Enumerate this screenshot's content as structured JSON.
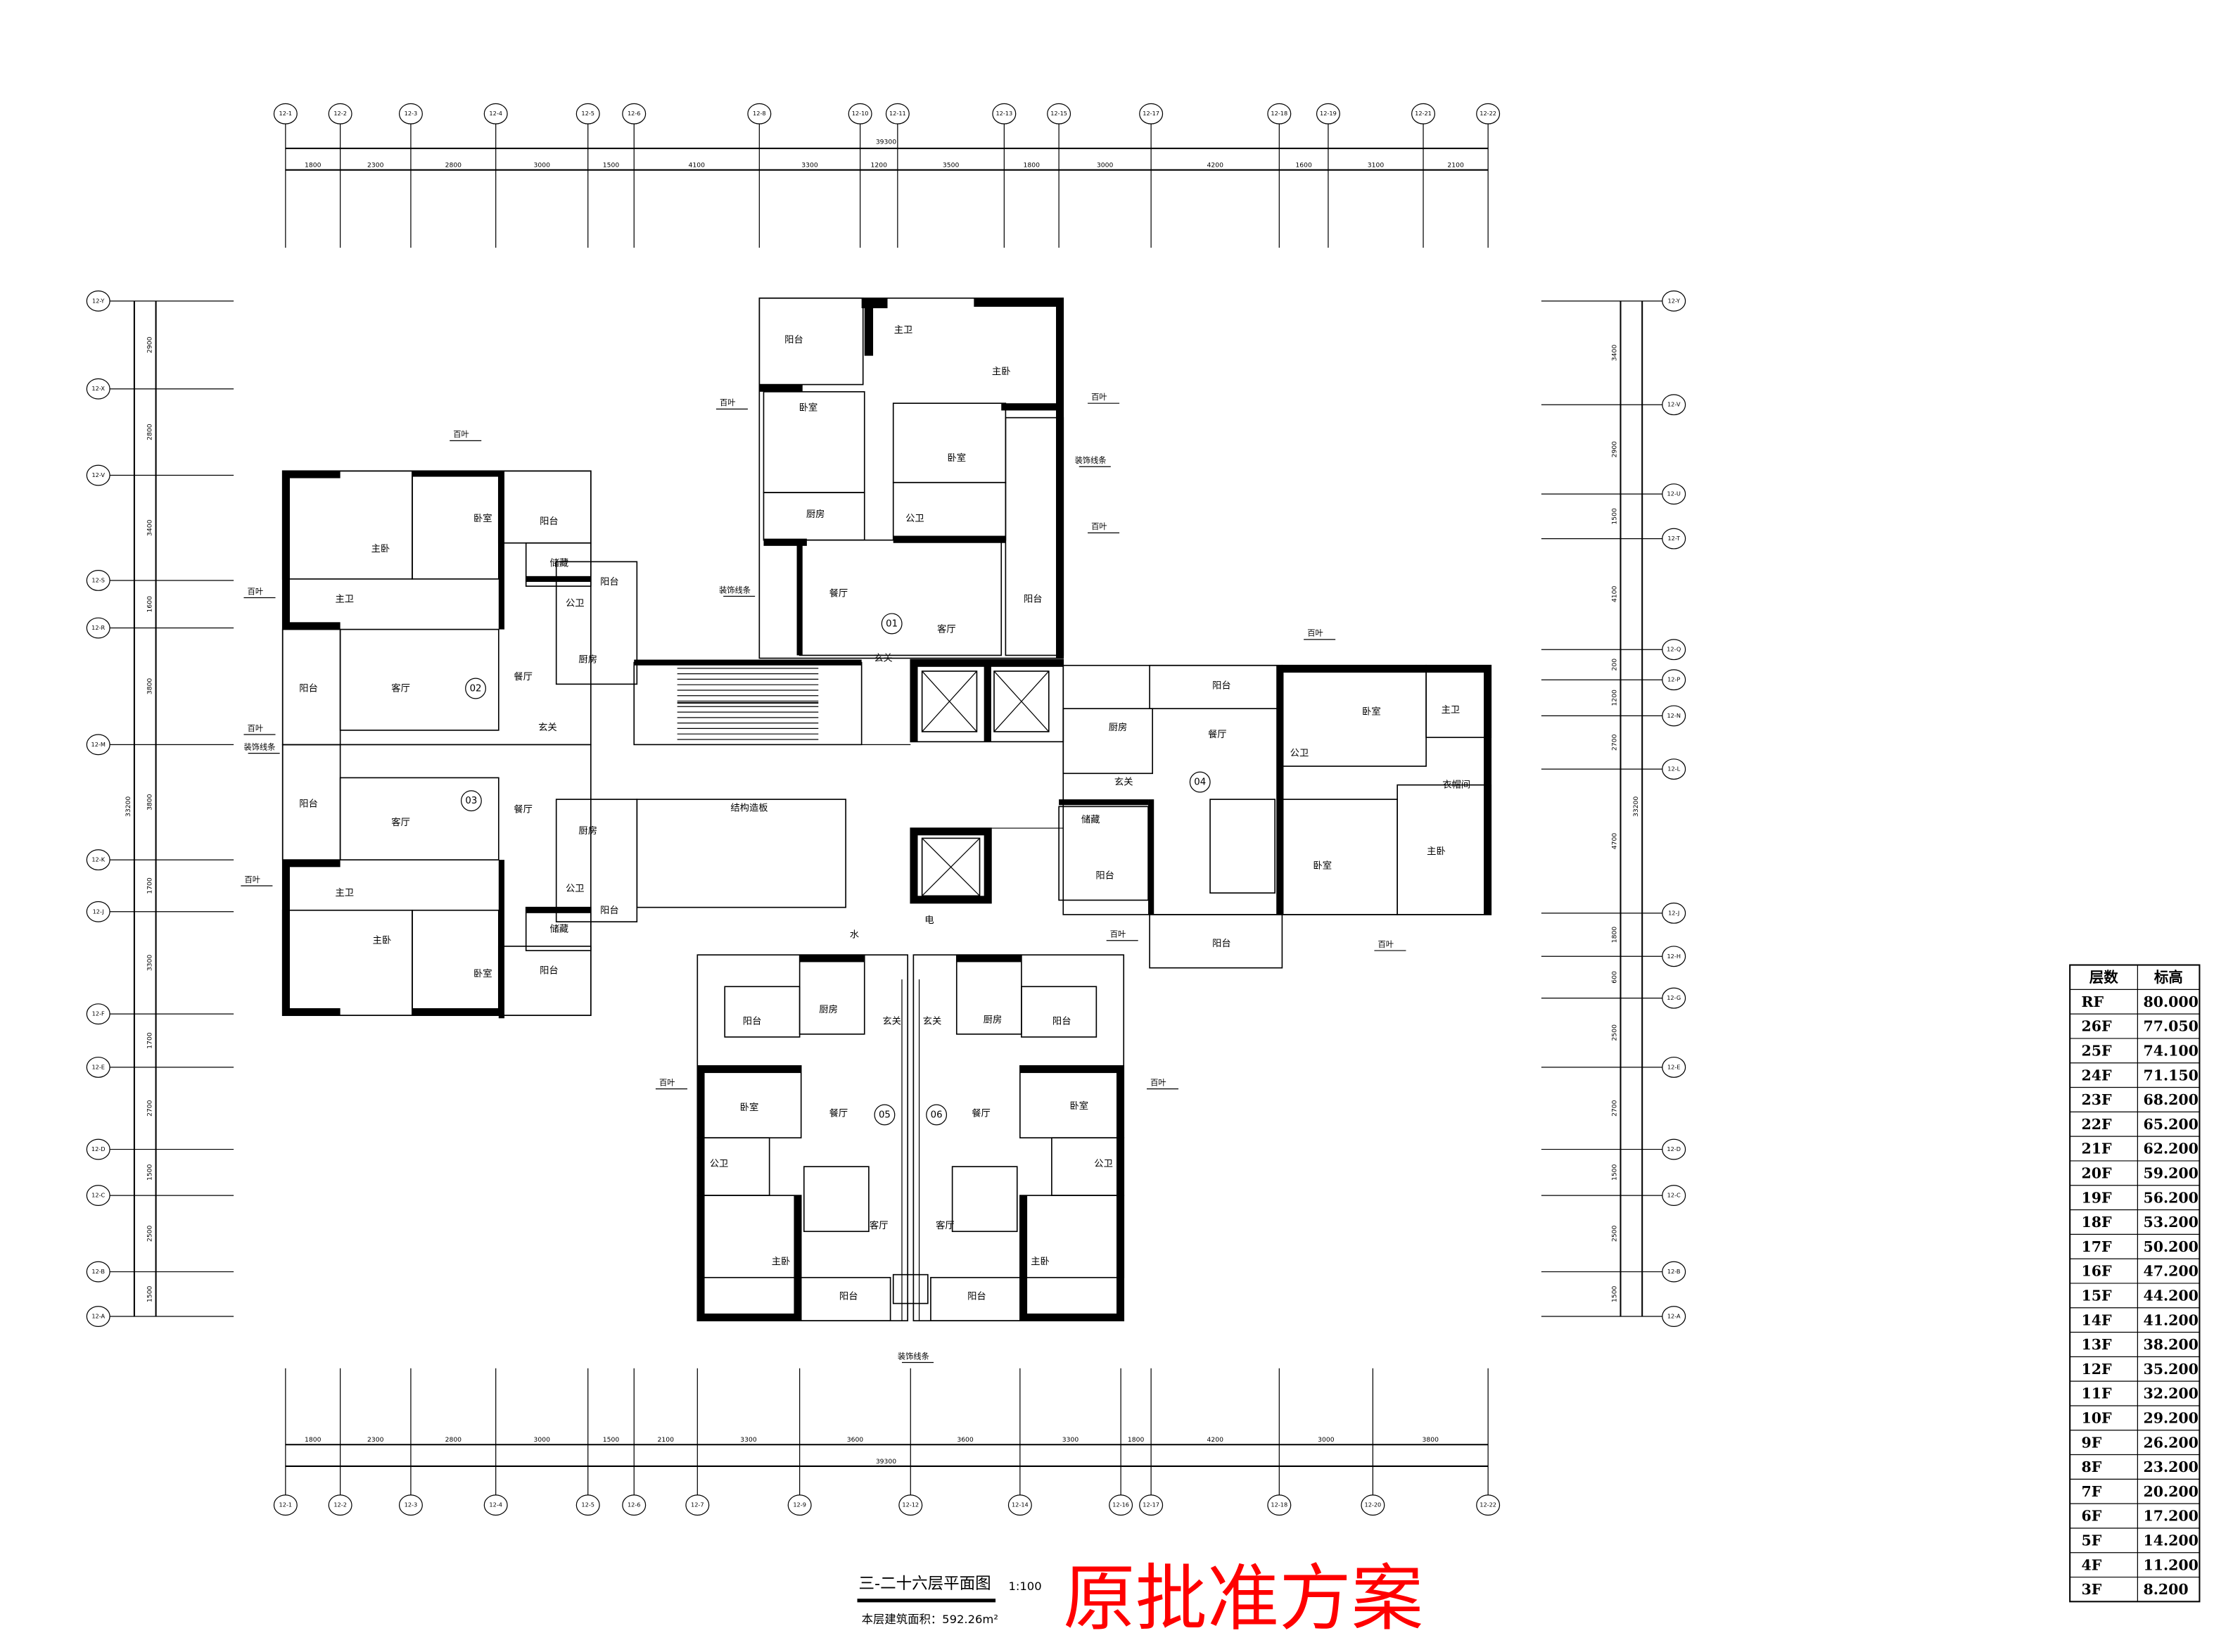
{
  "drawing": {
    "title": "三-二十六层平面图",
    "scale": "1:100",
    "area_label": "本层建筑面积：592.26m²",
    "stamp": "原批准方案",
    "stamp_color": "#ff0000"
  },
  "axes": {
    "top": [
      "12-1",
      "12-2",
      "12-3",
      "12-4",
      "12-5",
      "12-6",
      "12-8",
      "12-10",
      "12-11",
      "12-13",
      "12-15",
      "12-17",
      "12-18",
      "12-19",
      "12-21",
      "12-22"
    ],
    "bottom": [
      "12-1",
      "12-2",
      "12-3",
      "12-4",
      "12-5",
      "12-6",
      "12-7",
      "12-9",
      "12-12",
      "12-14",
      "12-16",
      "12-17",
      "12-18",
      "12-20",
      "12-22"
    ],
    "left": [
      "12-Y",
      "12-X",
      "12-V",
      "12-S",
      "12-R",
      "12-M",
      "12-K",
      "12-J",
      "12-F",
      "12-E",
      "12-D",
      "12-C",
      "12-B",
      "12-A"
    ],
    "right": [
      "12-Y",
      "12-V",
      "12-U",
      "12-T",
      "12-Q",
      "12-P",
      "12-N",
      "12-L",
      "12-J",
      "12-H",
      "12-G",
      "12-E",
      "12-D",
      "12-C",
      "12-B",
      "12-A"
    ]
  },
  "dimensions": {
    "top_total": "39300",
    "top": [
      "1800",
      "2300",
      "2800",
      "3000",
      "1500",
      "4100",
      "3300",
      "1200",
      "3500",
      "1800",
      "3000",
      "4200",
      "1600",
      "3100",
      "2100"
    ],
    "bottom_total": "39300",
    "bottom": [
      "1800",
      "2300",
      "2800",
      "3000",
      "1500",
      "2100",
      "3300",
      "3600",
      "3600",
      "3300",
      "1800",
      "4200",
      "3000",
      "3800"
    ],
    "left_total": "33200",
    "left": [
      "2900",
      "2800",
      "3400",
      "1600",
      "3800",
      "3800",
      "1700",
      "3300",
      "1700",
      "2700",
      "1500",
      "2500",
      "1500"
    ],
    "right_total": "33200",
    "right": [
      "3400",
      "2900",
      "1500",
      "4100",
      "200",
      "1200",
      "2700",
      "4700",
      "1800",
      "600",
      "2500",
      "2700",
      "1500",
      "2500",
      "1500"
    ]
  },
  "rooms": [
    "阳台",
    "主卫",
    "主卧",
    "卧室",
    "卧室",
    "厨房",
    "公卫",
    "餐厅",
    "客厅",
    "阳台",
    "玄关",
    "01",
    "主卧",
    "卧室",
    "阳台",
    "储藏",
    "主卫",
    "公卫",
    "阳台",
    "厨房",
    "餐厅",
    "客厅",
    "02",
    "阳台",
    "玄关",
    "阳台",
    "客厅",
    "03",
    "餐厅",
    "厨房",
    "公卫",
    "主卫",
    "主卧",
    "卧室",
    "储藏",
    "阳台",
    "阳台",
    "结构造板",
    "阳台",
    "厨房",
    "餐厅",
    "卧室",
    "主卫",
    "公卫",
    "04",
    "衣帽间",
    "储藏",
    "玄关",
    "阳台",
    "卧室",
    "主卧",
    "阳台",
    "厨房",
    "阳台",
    "玄关",
    "卧室",
    "餐厅",
    "05",
    "公卫",
    "客厅",
    "主卧",
    "阳台",
    "厨房",
    "阳台",
    "玄关",
    "卧室",
    "餐厅",
    "06",
    "公卫",
    "客厅",
    "主卧",
    "阳台",
    "水",
    "电"
  ],
  "annotations": [
    "百叶",
    "百叶",
    "装饰线条",
    "装饰线条",
    "百叶",
    "百叶",
    "百叶",
    "装饰线条",
    "百叶",
    "百叶",
    "百叶",
    "百叶",
    "百叶",
    "百叶",
    "百叶",
    "装饰线条"
  ],
  "floor_table": {
    "headers": [
      "层数",
      "标高"
    ],
    "rows": [
      [
        "RF",
        "80.000"
      ],
      [
        "26F",
        "77.050"
      ],
      [
        "25F",
        "74.100"
      ],
      [
        "24F",
        "71.150"
      ],
      [
        "23F",
        "68.200"
      ],
      [
        "22F",
        "65.200"
      ],
      [
        "21F",
        "62.200"
      ],
      [
        "20F",
        "59.200"
      ],
      [
        "19F",
        "56.200"
      ],
      [
        "18F",
        "53.200"
      ],
      [
        "17F",
        "50.200"
      ],
      [
        "16F",
        "47.200"
      ],
      [
        "15F",
        "44.200"
      ],
      [
        "14F",
        "41.200"
      ],
      [
        "13F",
        "38.200"
      ],
      [
        "12F",
        "35.200"
      ],
      [
        "11F",
        "32.200"
      ],
      [
        "10F",
        "29.200"
      ],
      [
        "9F",
        "26.200"
      ],
      [
        "8F",
        "23.200"
      ],
      [
        "7F",
        "20.200"
      ],
      [
        "6F",
        "17.200"
      ],
      [
        "5F",
        "14.200"
      ],
      [
        "4F",
        "11.200"
      ],
      [
        "3F",
        "8.200"
      ]
    ]
  }
}
